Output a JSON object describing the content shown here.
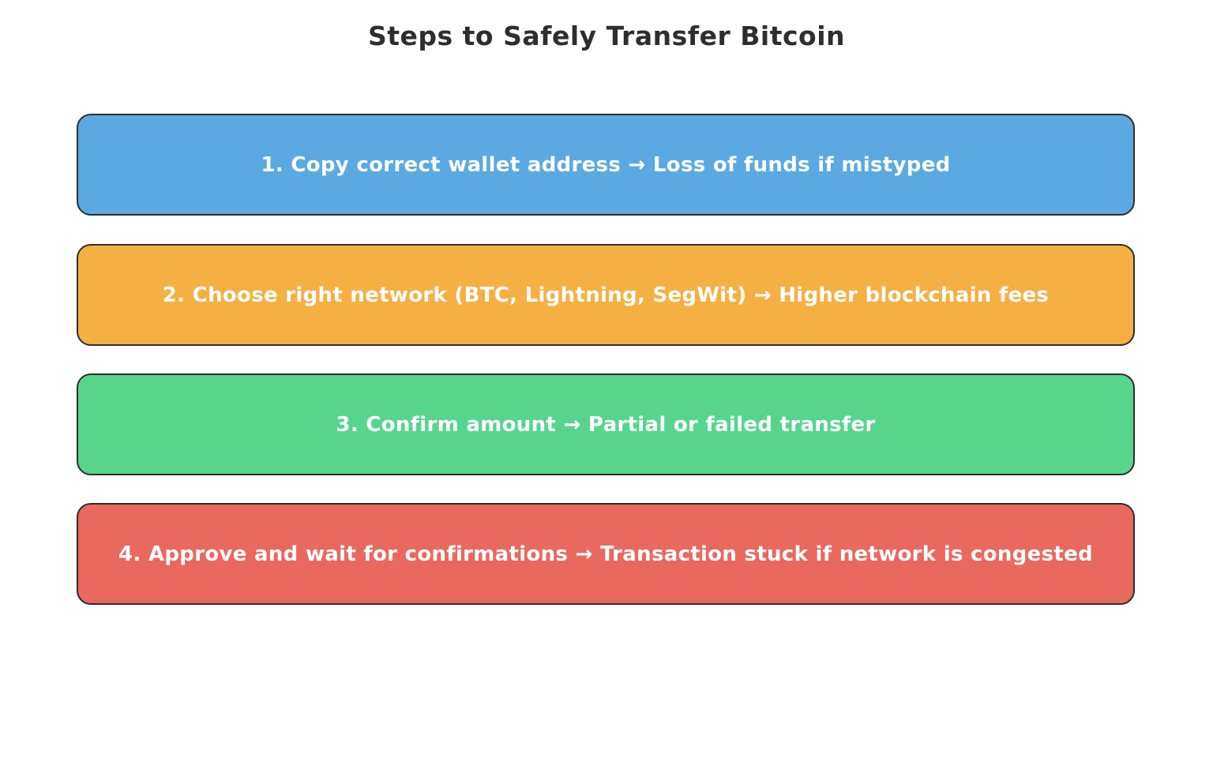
{
  "diagram": {
    "title": "Steps to Safely Transfer Bitcoin",
    "text_color": "#ffffff",
    "border_color": "#2e2e2e",
    "steps": [
      {
        "label": "1. Copy correct wallet address → Loss of funds if mistyped",
        "color": "#5BA9E0"
      },
      {
        "label": "2. Choose right network (BTC, Lightning, SegWit) → Higher blockchain fees",
        "color": "#F5B043"
      },
      {
        "label": "3. Confirm amount → Partial or failed transfer",
        "color": "#57D58C"
      },
      {
        "label": "4. Approve and wait for confirmations → Transaction stuck if network is congested",
        "color": "#E9695F"
      }
    ]
  }
}
